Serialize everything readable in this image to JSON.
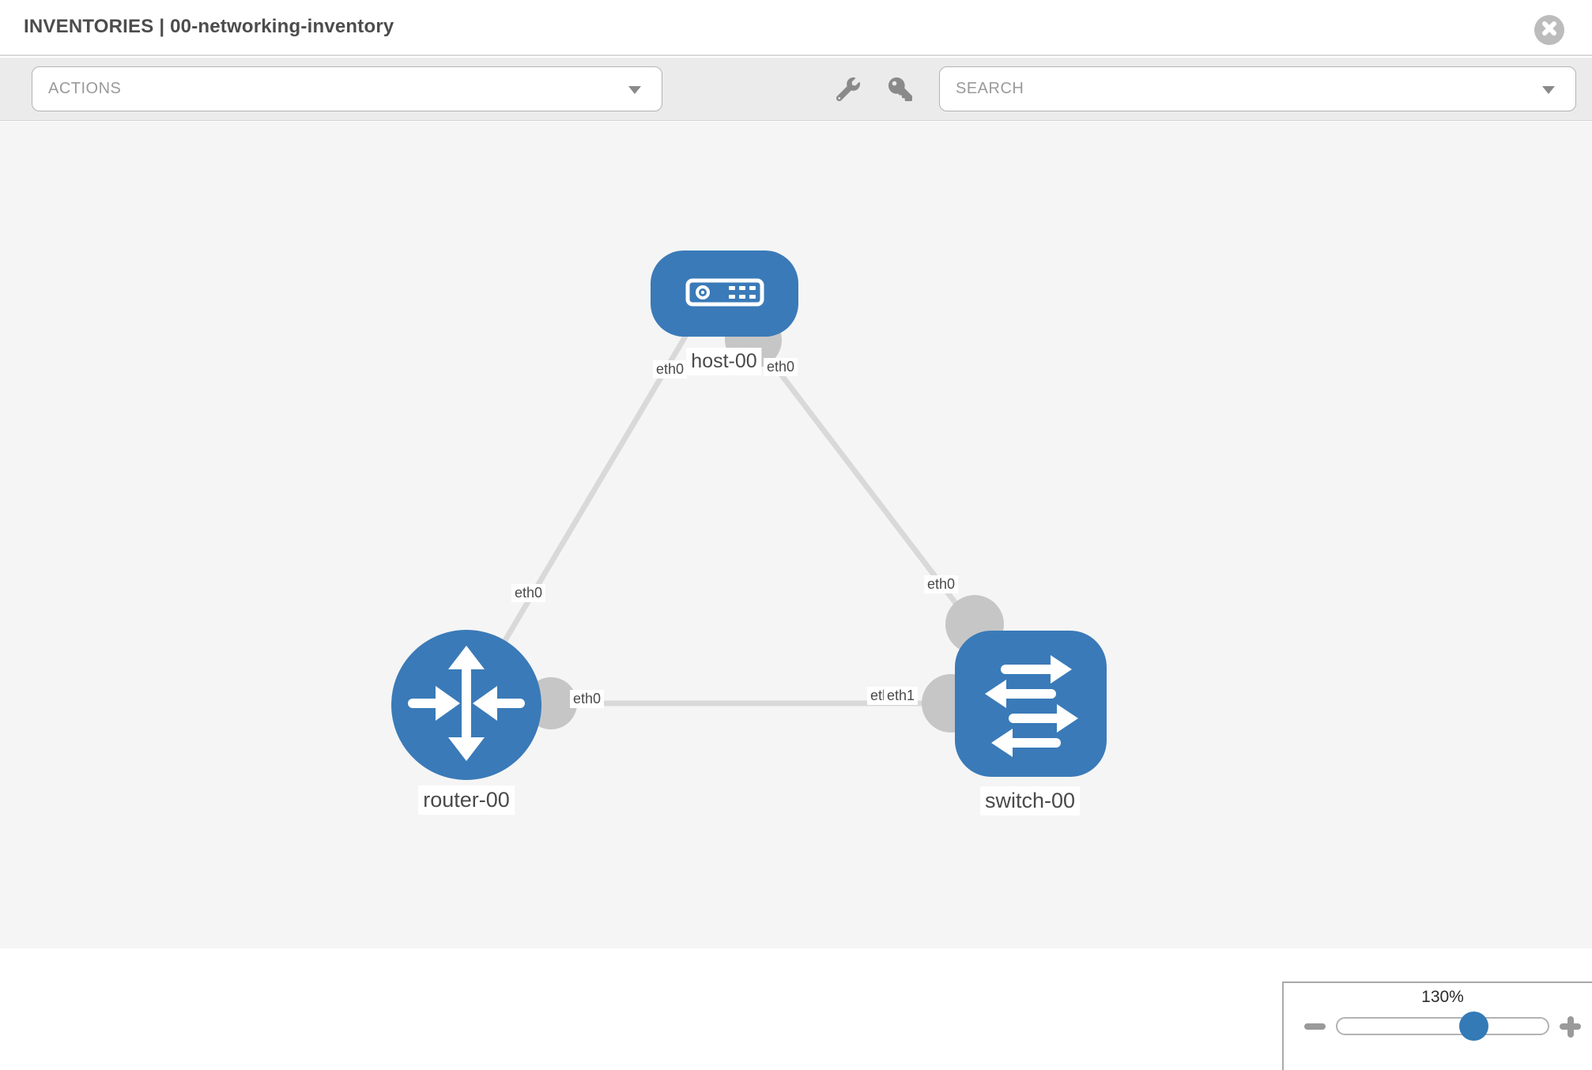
{
  "header": {
    "title": "INVENTORIES | 00-networking-inventory"
  },
  "toolbar": {
    "actions_placeholder": "ACTIONS",
    "search_placeholder": "SEARCH",
    "icons": [
      {
        "name": "wrench"
      },
      {
        "name": "key"
      }
    ]
  },
  "topology": {
    "nodes": [
      {
        "label": "host-00",
        "type": "host"
      },
      {
        "label": "router-00",
        "type": "router"
      },
      {
        "label": "switch-00",
        "type": "switch"
      }
    ],
    "links": [
      {
        "from": "host-00",
        "to": "router-00"
      },
      {
        "from": "host-00",
        "to": "switch-00"
      },
      {
        "from": "router-00",
        "to": "switch-00"
      }
    ],
    "interface_labels": [
      {
        "text": "eth0",
        "at": "host-left"
      },
      {
        "text": "eth0",
        "at": "host-right"
      },
      {
        "text": "eth0",
        "at": "router-uplink"
      },
      {
        "text": "eth0",
        "at": "switch-uplink"
      },
      {
        "text": "eth0",
        "at": "router-switch-link-router-side"
      },
      {
        "text": "eth0",
        "at": "router-switch-link-switch-side-under"
      },
      {
        "text": "eth1",
        "at": "router-switch-link-switch-side-over"
      }
    ],
    "colors": {
      "node_blue": "#3a7ab8",
      "link_gray": "#d9d9d9",
      "port_gray": "#c6c6c6",
      "label_text": "#4a4a4a",
      "canvas_bg": "#f5f5f5"
    }
  },
  "zoom_panel": {
    "level": "130%"
  }
}
